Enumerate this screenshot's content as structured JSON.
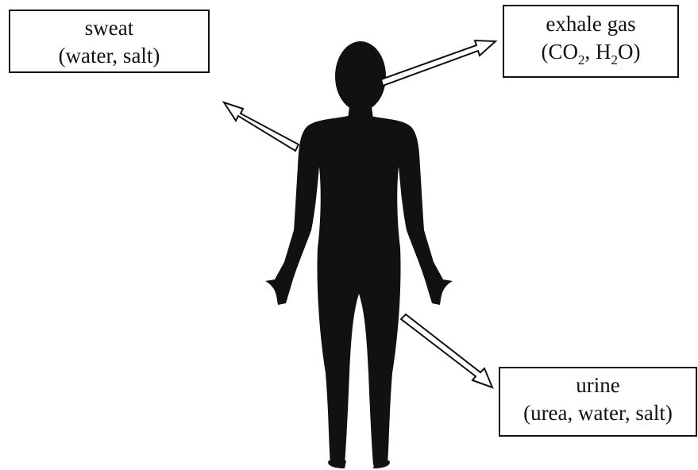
{
  "diagram": {
    "figure": "human-body-silhouette",
    "outputs": [
      {
        "id": "sweat",
        "label": "sweat",
        "detail": "(water, salt)"
      },
      {
        "id": "exhale",
        "label": "exhale gas",
        "detail_parts": [
          "(CO",
          "2",
          ", H",
          "2",
          "O)"
        ]
      },
      {
        "id": "urine",
        "label": "urine",
        "detail": "(urea, water, salt)"
      }
    ],
    "colors": {
      "silhouette": "#111111",
      "border": "#111111",
      "arrow_fill": "#ffffff"
    }
  }
}
